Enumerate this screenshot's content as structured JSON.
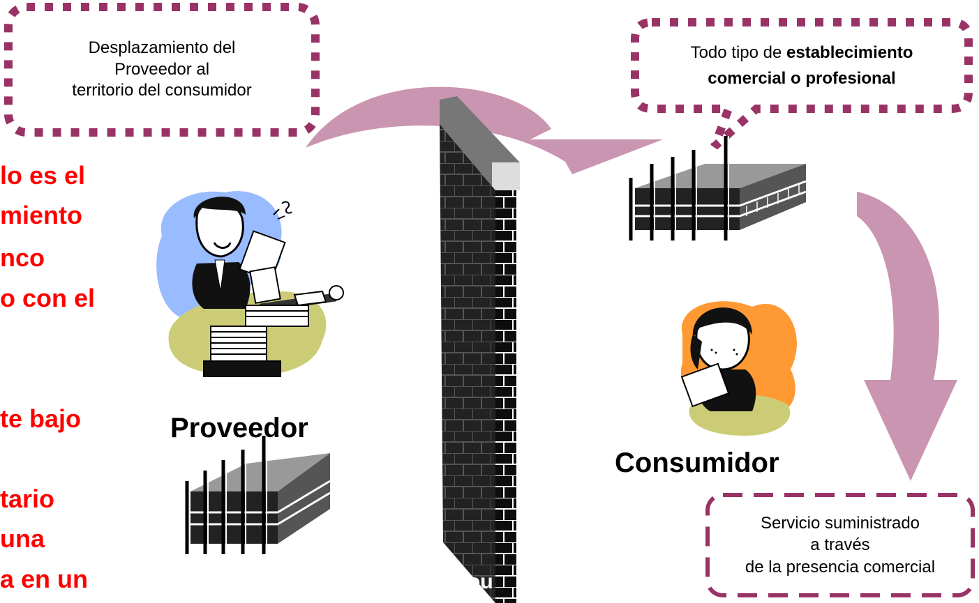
{
  "callouts": {
    "provider_movement": [
      "Desplazamiento del",
      "Proveedor al",
      "territorio del consumidor"
    ],
    "establishment": {
      "line1_plain": "Todo tipo de ",
      "line1_bold": "establecimiento",
      "line2_bold": "comercial o profesional"
    },
    "commercial_presence": [
      "Servicio suministrado",
      "a través",
      "de la presencia comercial"
    ]
  },
  "left_text_fragments": [
    "lo es el",
    "miento",
    "nco",
    "o con el",
    "te bajo",
    "tario",
    "una",
    "a en un"
  ],
  "labels": {
    "provider": "Proveedor",
    "consumer": "Consumidor"
  },
  "wall_caption": "ou",
  "colors": {
    "callout_border": "#993366",
    "arrow_fill": "#c48aa8",
    "left_text": "#ff0000",
    "blob_blue": "#99bbff",
    "blob_olive": "#cccc77",
    "blob_orange": "#ff9933",
    "wall_dark": "#1a1a1a"
  },
  "icons": [
    "building-icon",
    "provider-person-icon",
    "consumer-person-icon",
    "brick-wall-icon",
    "curved-arrow-icon"
  ]
}
